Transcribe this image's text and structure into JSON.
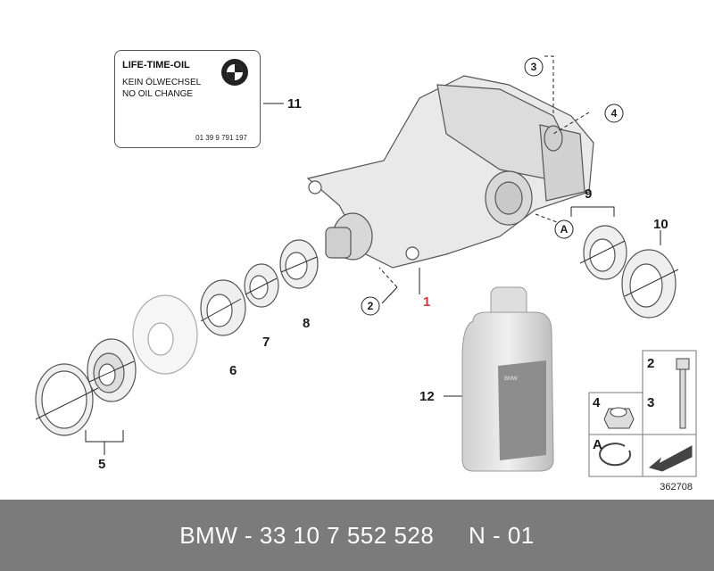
{
  "label": {
    "title": "LIFE-TIME-OIL",
    "line1": "KEIN ÖLWECHSEL",
    "line2": "NO OIL CHANGE",
    "part_no": "01 39 9 791 197"
  },
  "callouts": [
    "1",
    "2",
    "3",
    "4",
    "5",
    "6",
    "7",
    "8",
    "9",
    "10",
    "11",
    "12"
  ],
  "circle_callouts": {
    "c2": "2",
    "c3": "3",
    "c4": "4",
    "cA": "A"
  },
  "legend": {
    "l2": "2",
    "l3": "3",
    "l4": "4",
    "lA": "A"
  },
  "bottle": {
    "label": "BMW"
  },
  "ref_number": "362708",
  "footer": {
    "part": "BMW - 33 10 7 552 528",
    "note": "N - 01"
  },
  "colors": {
    "footer_bg": "#7b7b7b",
    "highlight": "#e05555"
  }
}
